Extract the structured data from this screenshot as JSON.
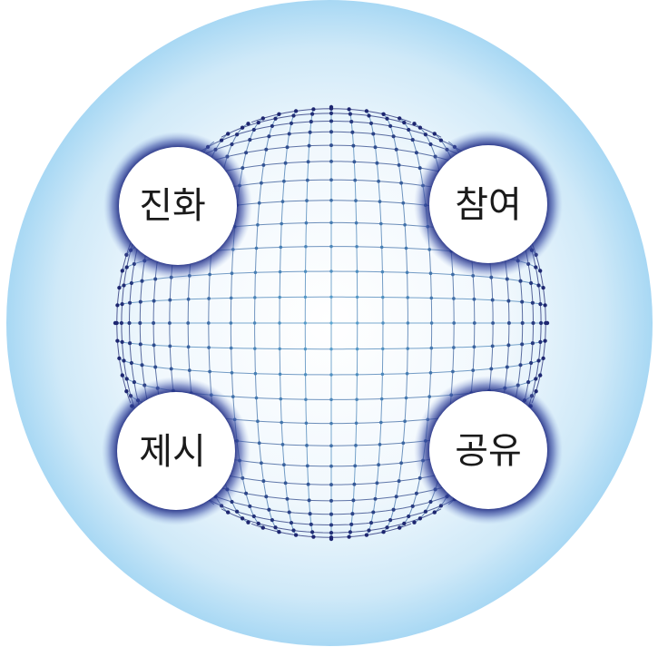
{
  "diagram": {
    "nodes": [
      {
        "id": "evolution",
        "label": "진화"
      },
      {
        "id": "participation",
        "label": "참여"
      },
      {
        "id": "presentation",
        "label": "제시"
      },
      {
        "id": "sharing",
        "label": "공유"
      }
    ],
    "colors": {
      "background": "#ffffff",
      "halo_center": "#ffffff",
      "halo_edge": "#a8d8f4",
      "mesh_dark": "#1d2670",
      "mesh_light": "#5aa6d2",
      "node_fill": "#ffffff",
      "node_ring": "#1e2a80",
      "label_text": "#1a1a1a"
    }
  }
}
